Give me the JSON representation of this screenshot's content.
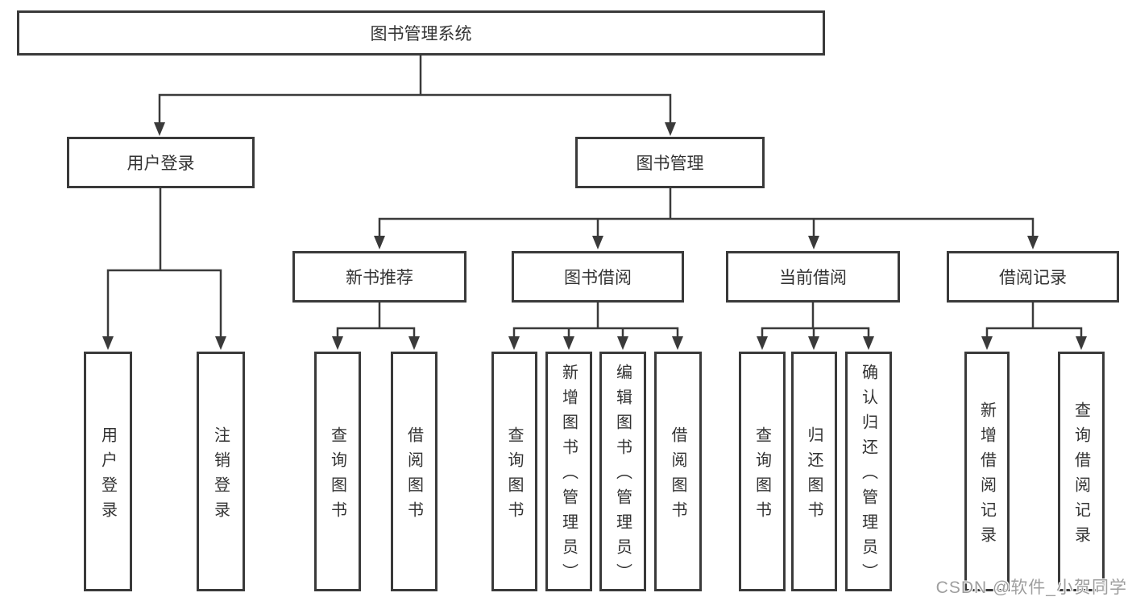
{
  "nodes": {
    "root": "图书管理系统",
    "user_login": "用户登录",
    "book_management": "图书管理",
    "new_book_recommend": "新书推荐",
    "book_borrowing": "图书借阅",
    "current_borrowing": "当前借阅",
    "borrowing_records": "借阅记录",
    "leaf_user_login": "用户登录",
    "leaf_logout": "注销登录",
    "leaf_recommend_query_books": "查询图书",
    "leaf_recommend_borrow_books": "借阅图书",
    "leaf_borrowing_query_books": "查询图书",
    "leaf_borrowing_add_books": "新增图书（管理员）",
    "leaf_borrowing_edit_books": "编辑图书（管理员）",
    "leaf_borrowing_borrow_books": "借阅图书",
    "leaf_current_query_books": "查询图书",
    "leaf_current_return_books": "归还图书",
    "leaf_current_confirm_return": "确认归还（管理员）",
    "leaf_records_add_record": "新增借阅记录",
    "leaf_records_query_record": "查询借阅记录"
  },
  "watermark": "CSDN @软件_小贺同学",
  "colors": {
    "line": "#3a3a3a",
    "text": "#333333",
    "box_background": "#ffffff",
    "watermark_text": "#9e9e9e"
  }
}
